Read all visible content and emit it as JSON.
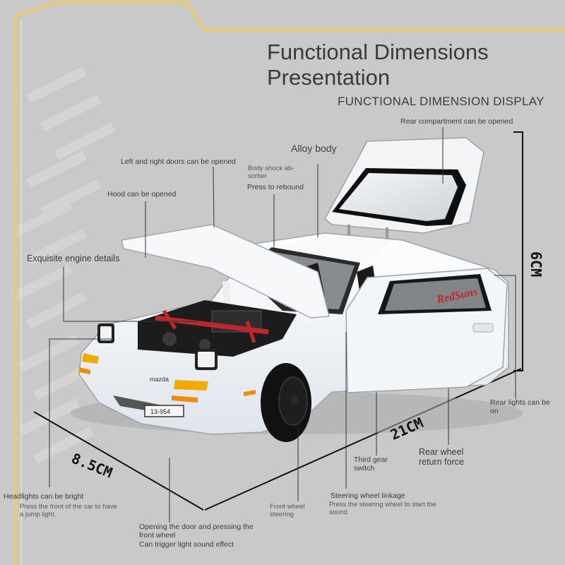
{
  "title_line1": "Functional Dimensions",
  "title_line2": "Presentation",
  "subtitle": "FUNCTIONAL DIMENSION DISPLAY",
  "labels": {
    "rear_compartment": "Rear compartment can be opened",
    "alloy_body": "Alloy body",
    "doors": "Left and right doors can be opened",
    "shock_absorber": "Body shock ab- sorber",
    "press_rebound": "Press to rebound",
    "hood": "Hood can be opened",
    "engine": "Exquisite engine details",
    "rear_lights": "Rear lights can be on",
    "rear_wheel": "Rear wheel return force",
    "third_gear": "Third gear switch",
    "headlights": "Headlights can be bright",
    "jump_light": "Press the front of the car to have a jump light.",
    "steering_linkage": "Steering wheel linkage",
    "steering_press": "Press the steering wheel to start the sound",
    "front_wheel": "Front wheel steering",
    "opening_door": "Opening the door and pressing the front wheel",
    "light_sound": "Can trigger light sound effect"
  },
  "dimensions": {
    "height": "6CM",
    "length": "21CM",
    "width": "8.5CM"
  },
  "car": {
    "brand_badge": "mazda",
    "plate": "13-954",
    "livery": "RedSuns"
  },
  "colors": {
    "background": "#c9c9c9",
    "frame_gold": "#e4c980",
    "car_body": "#eef2f6",
    "engine_red": "#c0272d"
  }
}
